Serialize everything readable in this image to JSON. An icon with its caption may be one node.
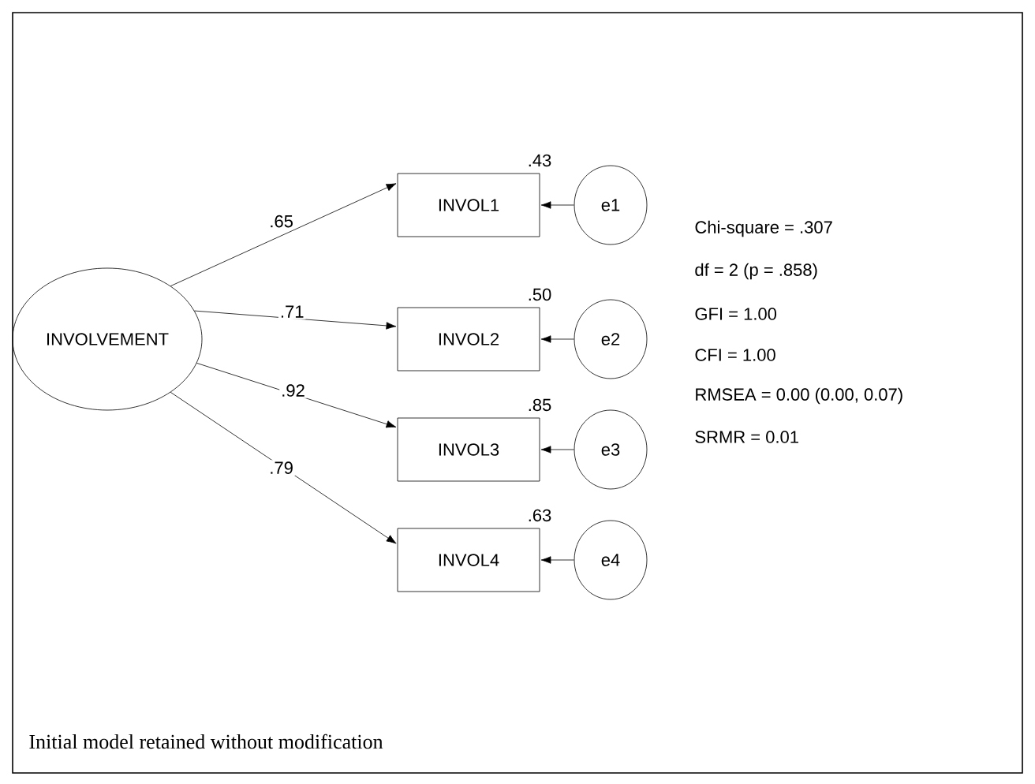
{
  "diagram": {
    "caption": "Initial model retained without modification",
    "nodes": [
      {
        "text": [
          "INVOLVEMENT"
        ]
      },
      {
        "text": [
          "INVOL1"
        ],
        "beside": [
          ".43"
        ]
      },
      {
        "text": [
          "INVOL2"
        ],
        "beside": [
          ".50"
        ]
      },
      {
        "text": [
          "INVOL3"
        ],
        "beside": [
          ".85"
        ]
      },
      {
        "text": [
          "INVOL4"
        ],
        "beside": [
          ".63"
        ]
      },
      {
        "text": [
          "e1"
        ]
      },
      {
        "text": [
          "e2"
        ]
      },
      {
        "text": [
          "e3"
        ]
      },
      {
        "text": [
          "e4"
        ]
      }
    ],
    "edges": [
      {
        "from": 0,
        "to": 1,
        "arrow": "to",
        "label": ".65"
      },
      {
        "from": 0,
        "to": 2,
        "arrow": "to",
        "label": ".71"
      },
      {
        "from": 0,
        "to": 3,
        "arrow": "to",
        "label": ".92"
      },
      {
        "from": 0,
        "to": 4,
        "arrow": "to",
        "label": ".79"
      },
      {
        "from": 5,
        "to": 1,
        "arrow": "to"
      },
      {
        "from": 6,
        "to": 2,
        "arrow": "to"
      },
      {
        "from": 7,
        "to": 3,
        "arrow": "to"
      },
      {
        "from": 8,
        "to": 4,
        "arrow": "to"
      }
    ],
    "labels": [
      "Chi-square = .307",
      "df = 2 (p = .858)",
      "GFI = 1.00",
      "CFI = 1.00",
      "RMSEA = 0.00 (0.00, 0.07)",
      "SRMR = 0.01"
    ]
  }
}
